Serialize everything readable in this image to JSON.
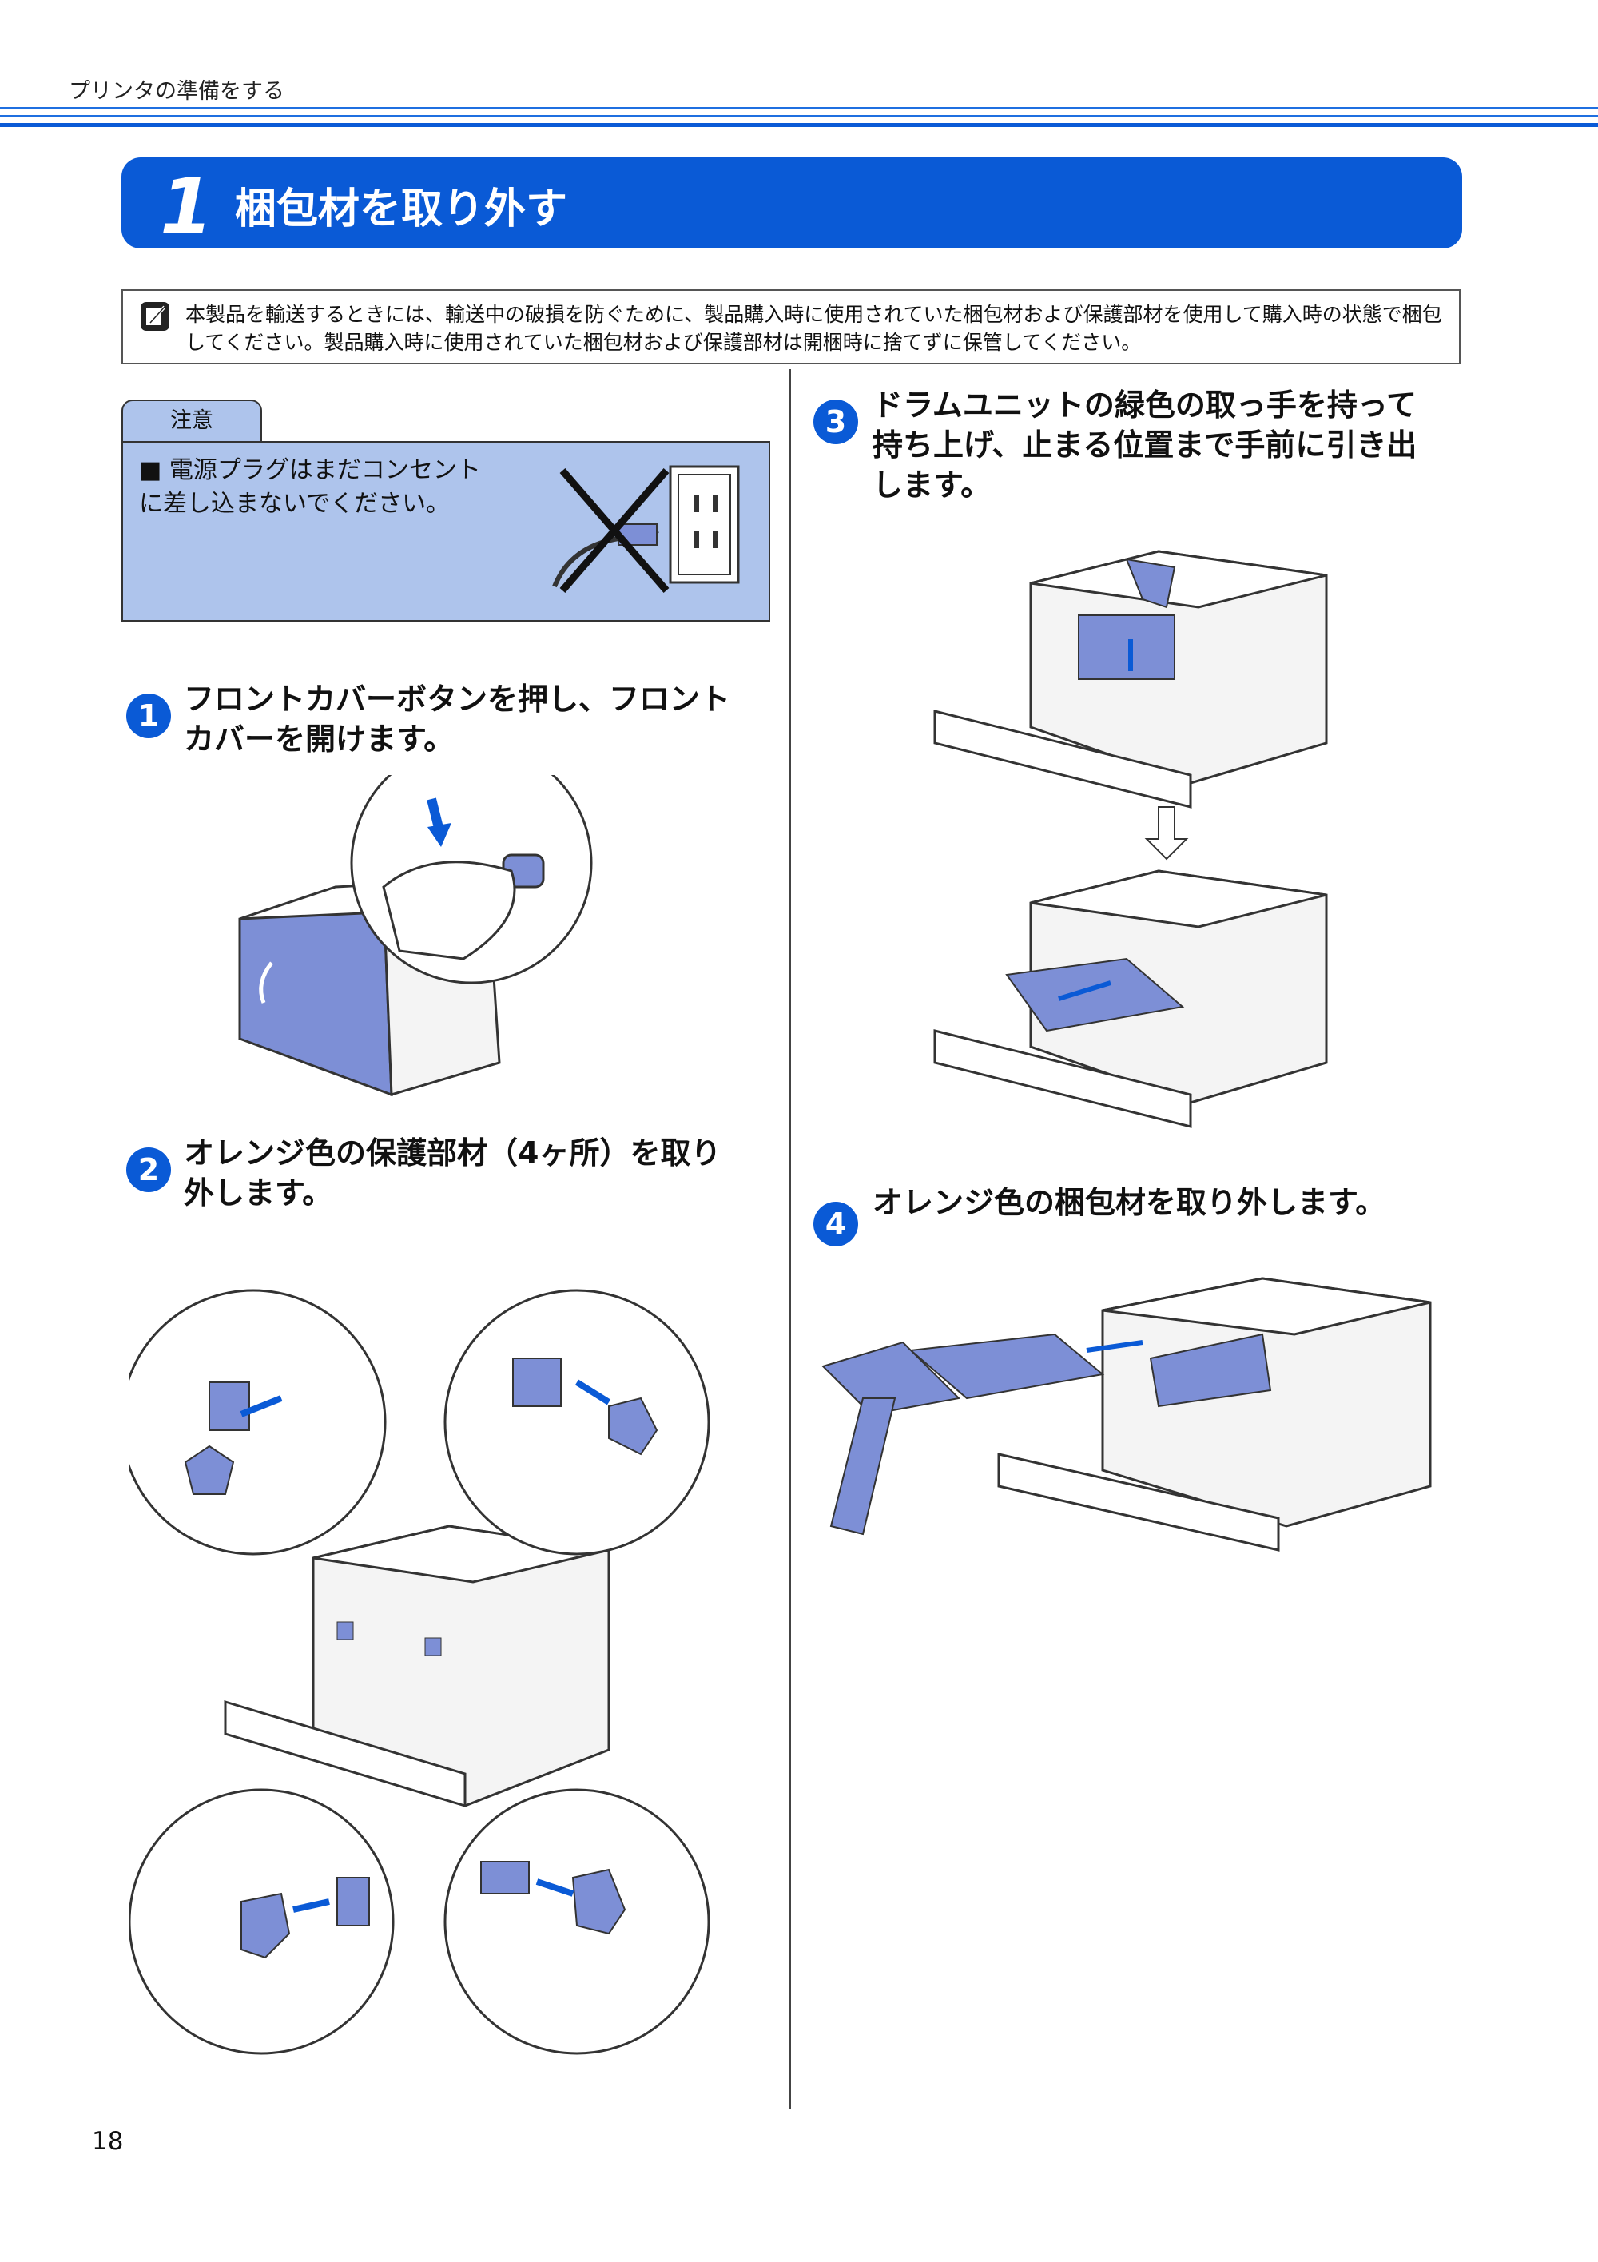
{
  "header": {
    "breadcrumb": "プリンタの準備をする"
  },
  "section": {
    "number": "1",
    "title": "梱包材を取り外す"
  },
  "note": {
    "icon": "memo-pencil-icon",
    "text": "本製品を輸送するときには、輸送中の破損を防ぐために、製品購入時に使用されていた梱包材および保護部材を使用して購入時の状態で梱包してください。製品購入時に使用されていた梱包材および保護部材は開梱時に捨てずに保管してください。"
  },
  "caution": {
    "label": "注意",
    "text": "■  電源プラグはまだコンセント\n     に差し込まないでください。"
  },
  "steps": [
    {
      "number": "1",
      "text": "フロントカバーボタンを押し、フロント\nカバーを開けます。"
    },
    {
      "number": "2",
      "text": "オレンジ色の保護部材（4ヶ所）を取り\n外します。"
    },
    {
      "number": "3",
      "text": "ドラムユニットの緑色の取っ手を持って\n持ち上げ、止まる位置まで手前に引き出\nします。"
    },
    {
      "number": "4",
      "text": "オレンジ色の梱包材を取り外します。"
    }
  ],
  "page": {
    "number": "18"
  },
  "colors": {
    "accent": "#0a5ad6",
    "caution_fill": "#aec4ec",
    "part_fill": "#7d8fd6"
  }
}
